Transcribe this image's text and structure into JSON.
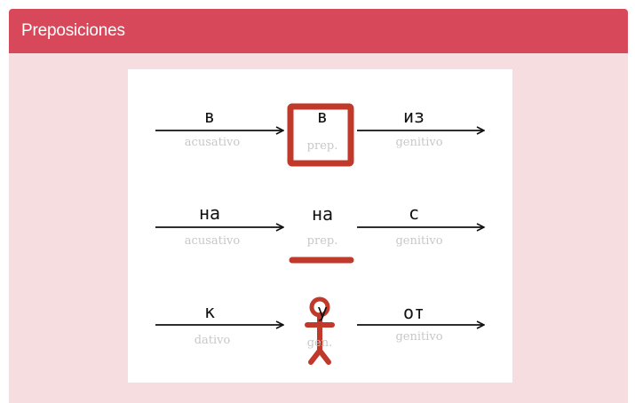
{
  "header": {
    "title": "Preposiciones"
  },
  "rows": [
    {
      "left": {
        "word": "в",
        "case": "acusativo"
      },
      "middle": {
        "word": "в",
        "case": "prep."
      },
      "right": {
        "word": "из",
        "case": "genitivo"
      }
    },
    {
      "left": {
        "word": "на",
        "case": "acusativo"
      },
      "middle": {
        "word": "на",
        "case": "prep."
      },
      "right": {
        "word": "с",
        "case": "genitivo"
      }
    },
    {
      "left": {
        "word": "к",
        "case": "dativo"
      },
      "middle": {
        "word": "у",
        "case": "gen."
      },
      "right": {
        "word": "от",
        "case": "genitivo"
      }
    }
  ],
  "colors": {
    "header": "#d8485b",
    "background": "#f5dde0",
    "accent": "#c0392b",
    "muted": "#c8c8c8"
  }
}
